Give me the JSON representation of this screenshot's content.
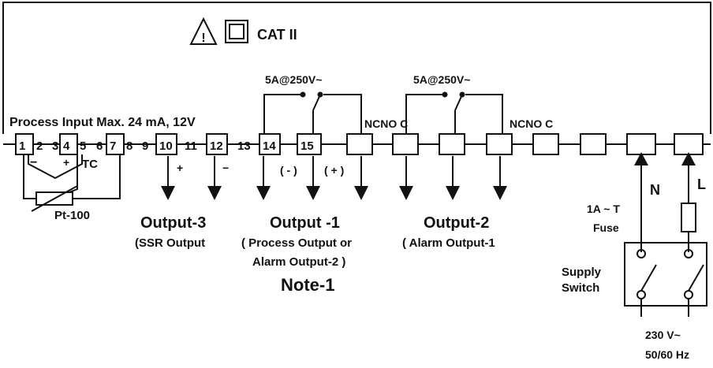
{
  "safety": {
    "warning_symbol": "⚠",
    "class_box_symbol": "□",
    "category": "CAT II"
  },
  "process_input": {
    "label": "Process Input Max. 24 mA, 12V",
    "tc_label": "TC",
    "rtd_label": "Pt-100",
    "tc_minus": "−",
    "tc_plus": "+"
  },
  "terminals": [
    "1",
    "2",
    "3",
    "4",
    "5",
    "6",
    "7",
    "8",
    "9",
    "10",
    "11",
    "12",
    "13",
    "14",
    "15"
  ],
  "relay1": {
    "rating": "5A@250V~",
    "contacts": "NCNO C"
  },
  "relay2": {
    "rating": "5A@250V~",
    "contacts": "NCNO C"
  },
  "output3": {
    "title": "Output-3",
    "subtitle": "(SSR Output",
    "plus": "+",
    "minus": "−"
  },
  "output1": {
    "title": "Output -1",
    "subtitle1": "( Process Output or",
    "subtitle2": "Alarm Output-2 )",
    "minus": "( - )",
    "plus": "( + )"
  },
  "output2": {
    "title": "Output-2",
    "subtitle": "( Alarm Output-1"
  },
  "note": "Note-1",
  "supply": {
    "neutral": "N",
    "line": "L",
    "fuse_rating": "1A ~ T",
    "fuse_label": "Fuse",
    "switch_label_1": "Supply",
    "switch_label_2": "Switch",
    "voltage": "230 V~",
    "frequency": "50/60 Hz"
  }
}
